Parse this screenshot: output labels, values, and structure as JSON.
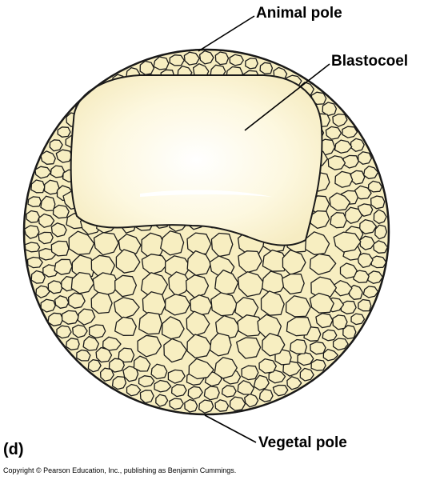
{
  "figure": {
    "panel_label": "(d)",
    "labels": {
      "animal_pole": "Animal pole",
      "blastocoel": "Blastocoel",
      "vegetal_pole": "Vegetal pole"
    },
    "copyright": "Copyright © Pearson Education, Inc., publishing as Benjamin Cummings."
  },
  "colors": {
    "cell_fill": "#f7eec1",
    "cell_outline": "#1a1a1a",
    "cavity_fill": "#fcf6d9",
    "cavity_highlight": "#ffffff",
    "background": "#ffffff"
  }
}
